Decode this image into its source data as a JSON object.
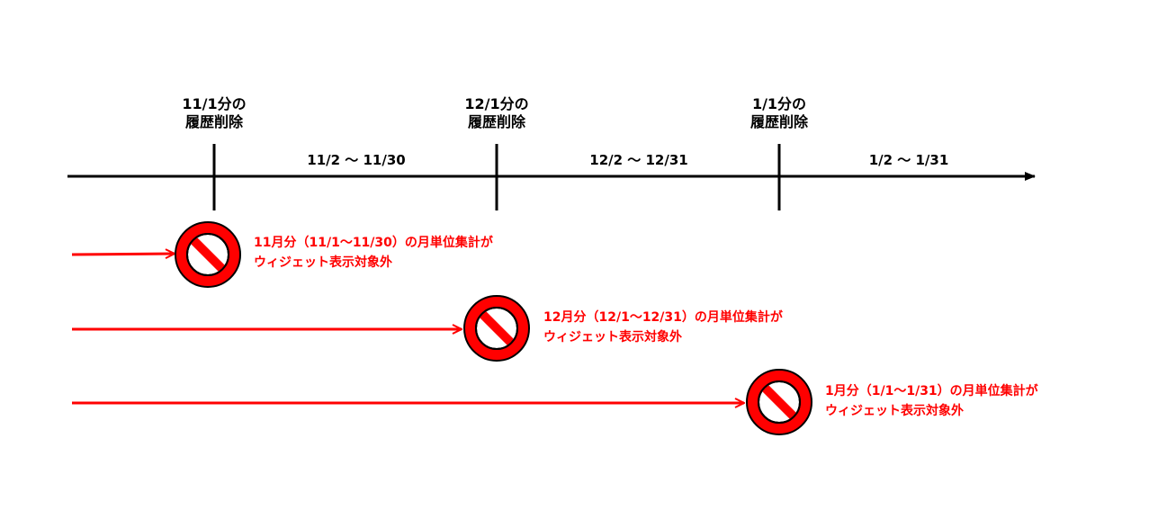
{
  "colors": {
    "axis": "#000000",
    "accent": "#ff0000",
    "icon_fill": "#ff0000",
    "icon_inner": "#ffffff"
  },
  "markers": [
    {
      "line1": "11/1分の",
      "line2": "履歴削除"
    },
    {
      "line1": "12/1分の",
      "line2": "履歴削除"
    },
    {
      "line1": "1/1分の",
      "line2": "履歴削除"
    }
  ],
  "ranges": [
    {
      "label": "11/2 〜 11/30"
    },
    {
      "label": "12/2 〜 12/31"
    },
    {
      "label": "1/2 〜 1/31"
    }
  ],
  "notes": [
    {
      "line1": "11月分（11/1〜11/30）の月単位集計が",
      "line2": "ウィジェット表示対象外",
      "icon": "prohibited-icon"
    },
    {
      "line1": "12月分（12/1〜12/31）の月単位集計が",
      "line2": "ウィジェット表示対象外",
      "icon": "prohibited-icon"
    },
    {
      "line1": "1月分（1/1〜1/31）の月単位集計が",
      "line2": "ウィジェット表示対象外",
      "icon": "prohibited-icon"
    }
  ]
}
